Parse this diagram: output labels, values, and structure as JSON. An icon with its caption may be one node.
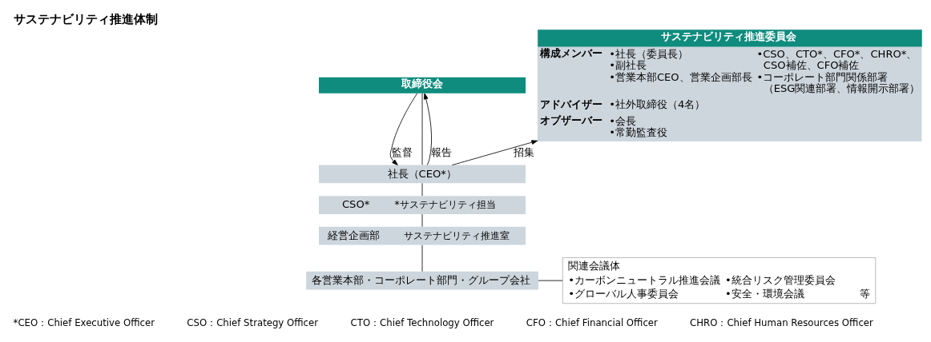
{
  "diagram": {
    "title": "サステナビリティ推進体制",
    "nodes": [
      {
        "text": [
          "取締役会"
        ]
      },
      {
        "text": [
          "社長（CEO*）"
        ]
      },
      {
        "text": [
          "CSO*",
          "*サステナビリティ担当"
        ]
      },
      {
        "text": [
          "経営企画部",
          "サステナビリティ推進室"
        ]
      },
      {
        "text": [
          "各営業本部・コーポレート部門・グループ会社"
        ]
      },
      {
        "text": [
          "サステナビリティ推進委員会",
          "構成メンバー",
          "•社長（委員長）",
          "•副社長",
          "•営業本部CEO、営業企画部長",
          "•CSO、CTO*、CFO*、CHRO*、CSO補佐、CFO補佐",
          "•コーポレート部門関係部署（ESG関連部署、情報開示部署）",
          "アドバイザー",
          "•社外取締役（4名）",
          "オブザーバー",
          "•会長",
          "•常勤監査役"
        ]
      },
      {
        "text": [
          "関連会議体",
          "•カーボンニュートラル推進会議",
          "•統合リスク管理委員会",
          "•グローバル人事委員会",
          "•安全・環境会議",
          "等"
        ]
      }
    ],
    "edges": [
      {
        "from": 0,
        "to": 1,
        "arrow": "to",
        "label": "監督"
      },
      {
        "from": 0,
        "to": 1,
        "arrow": "none"
      },
      {
        "from": 1,
        "to": 0,
        "arrow": "to",
        "label": "報告"
      },
      {
        "from": 1,
        "to": 2,
        "arrow": "none"
      },
      {
        "from": 2,
        "to": 3,
        "arrow": "none"
      },
      {
        "from": 3,
        "to": 4,
        "arrow": "none"
      },
      {
        "from": 1,
        "to": 5,
        "arrow": "to",
        "label": "招集"
      },
      {
        "from": 4,
        "to": 6,
        "arrow": "none"
      }
    ],
    "labels": [
      "*CEO：Chief Executive Officer",
      "CSO：Chief Strategy Officer",
      "CTO：Chief Technology Officer",
      "CFO：Chief Financial Officer",
      "CHRO：Chief Human Resources Officer"
    ]
  }
}
